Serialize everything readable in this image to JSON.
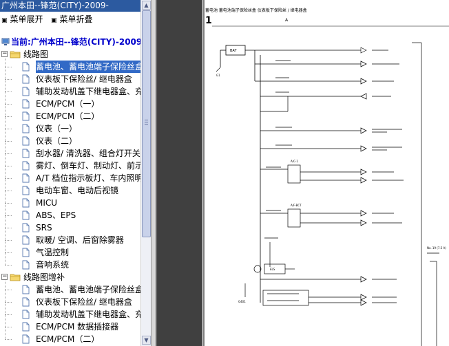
{
  "window": {
    "title": "广州本田--锋范(CITY)-2009-"
  },
  "menu_actions": {
    "expand_label": "菜单展开",
    "collapse_label": "菜单折叠"
  },
  "current": {
    "label": "当前:广州本田--锋范(CITY)-2009"
  },
  "tree": {
    "folders": [
      {
        "label": "线路图",
        "items": [
          "蓄电池、蓄电池端子保险丝盒",
          "仪表板下保险丝/ 继电器盒",
          "辅助发动机盖下继电器盒、充",
          "ECM/PCM（一）",
          "ECM/PCM（二）",
          "仪表（一）",
          "仪表（二）",
          "刮水器/ 清洗器、组合灯开关",
          "雾灯、倒车灯、制动灯、前示",
          "A/T 档位指示板灯、车内照明",
          "电动车窗、电动后视镜",
          "MICU",
          "ABS、EPS",
          "SRS",
          "取暖/ 空调、后窗除雾器",
          "气温控制",
          "音响系统"
        ]
      },
      {
        "label": "线路图增补",
        "items": [
          "蓄电池、蓄电池端子保险丝盒",
          "仪表板下保险丝/ 继电器盒",
          "辅助发动机盖下继电器盒、充",
          "ECM/PCM 数据插接器",
          "ECM/PCM（二）"
        ]
      }
    ],
    "selected_index": 0
  },
  "diagram": {
    "page_number": "1",
    "header_text": "蓄电池  蓄电池端子保险丝盒  仪表板下保险丝 / 继电器盒",
    "connector_label": "A",
    "battery_label": "BAT",
    "relay_labels": [
      "A/C-1",
      "A/F-BCT"
    ],
    "junction_label": "ELS",
    "right_ref": "No. 19 (7.5 A)",
    "ground_labels": [
      "G1",
      "G401"
    ]
  }
}
